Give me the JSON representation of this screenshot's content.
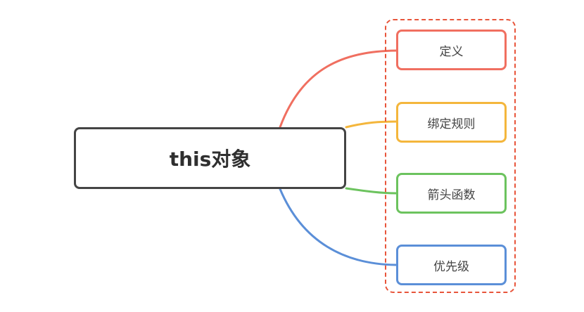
{
  "root": {
    "label": "this对象"
  },
  "branches": [
    {
      "label": "定义",
      "color": "#f06f60"
    },
    {
      "label": "绑定规则",
      "color": "#f4b63c"
    },
    {
      "label": "箭头函数",
      "color": "#6cc35e"
    },
    {
      "label": "优先级",
      "color": "#5b8fd8"
    }
  ],
  "group_highlight_color": "#e8553b"
}
